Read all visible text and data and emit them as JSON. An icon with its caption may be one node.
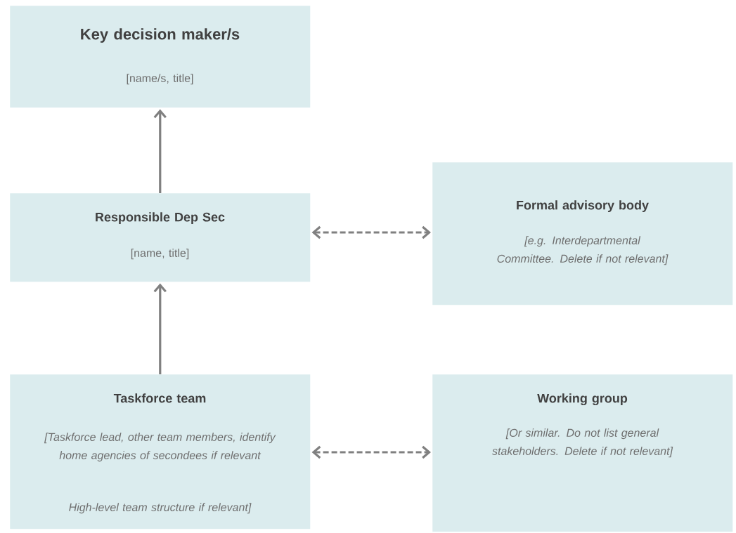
{
  "diagram": {
    "nodes": [
      {
        "text": [
          "Key decision maker/s",
          "[name/s, title]"
        ]
      },
      {
        "text": [
          "Responsible Dep Sec",
          "[name, title]"
        ]
      },
      {
        "text": [
          "Formal advisory body",
          "[e.g. Interdepartmental Committee. Delete if not relevant]"
        ]
      },
      {
        "text": [
          "Taskforce team",
          "[Taskforce lead, other team members, identify home agencies of secondees if relevant",
          "High-level team structure if relevant]"
        ]
      },
      {
        "text": [
          "Working group",
          "[Or similar. Do not list general stakeholders. Delete if not relevant]"
        ]
      }
    ],
    "edges": [
      {
        "from": 1,
        "to": 0,
        "arrow": "to"
      },
      {
        "from": 1,
        "to": 2,
        "arrow": "both",
        "style": "dashed"
      },
      {
        "from": 3,
        "to": 1,
        "arrow": "to"
      },
      {
        "from": 3,
        "to": 4,
        "arrow": "both",
        "style": "dashed"
      }
    ]
  }
}
